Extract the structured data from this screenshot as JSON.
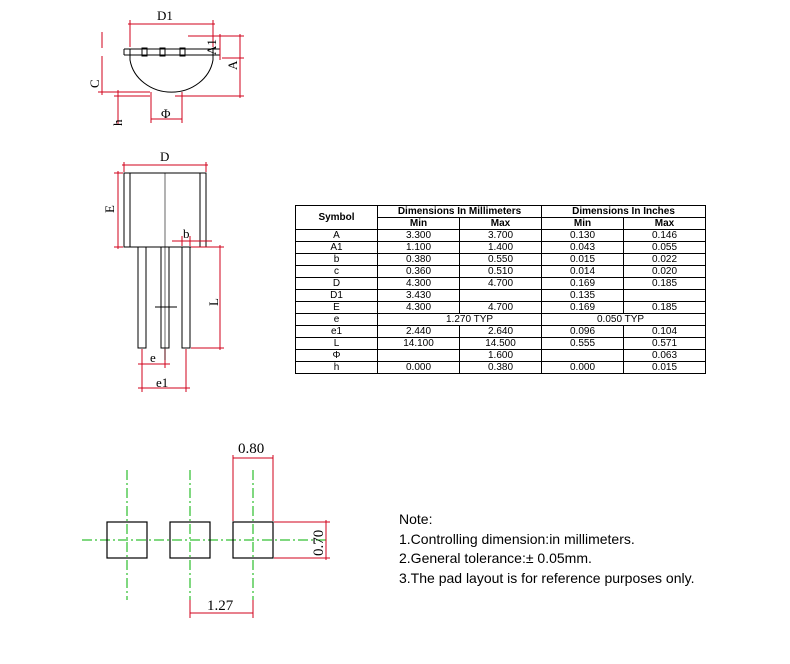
{
  "labels": {
    "D1": "D1",
    "A1": "A1",
    "A": "A",
    "C": "C",
    "h": "h",
    "phi": "Φ",
    "D": "D",
    "E": "E",
    "b": "b",
    "L": "L",
    "e": "e",
    "e1": "e1"
  },
  "pad_dims": {
    "width": "0.80",
    "height": "0.70",
    "pitch": "1.27"
  },
  "table": {
    "symbol_header": "Symbol",
    "mm_header": "Dimensions In Millimeters",
    "in_header": "Dimensions In Inches",
    "min": "Min",
    "max": "Max",
    "rows": [
      {
        "sym": "A",
        "mm_min": "3.300",
        "mm_max": "3.700",
        "in_min": "0.130",
        "in_max": "0.146"
      },
      {
        "sym": "A1",
        "mm_min": "1.100",
        "mm_max": "1.400",
        "in_min": "0.043",
        "in_max": "0.055"
      },
      {
        "sym": "b",
        "mm_min": "0.380",
        "mm_max": "0.550",
        "in_min": "0.015",
        "in_max": "0.022"
      },
      {
        "sym": "c",
        "mm_min": "0.360",
        "mm_max": "0.510",
        "in_min": "0.014",
        "in_max": "0.020"
      },
      {
        "sym": "D",
        "mm_min": "4.300",
        "mm_max": "4.700",
        "in_min": "0.169",
        "in_max": "0.185"
      },
      {
        "sym": "D1",
        "mm_min": "3.430",
        "mm_max": "",
        "in_min": "0.135",
        "in_max": ""
      },
      {
        "sym": "E",
        "mm_min": "4.300",
        "mm_max": "4.700",
        "in_min": "0.169",
        "in_max": "0.185"
      },
      {
        "sym": "e",
        "mm_typ": "1.270 TYP",
        "in_typ": "0.050 TYP"
      },
      {
        "sym": "e1",
        "mm_min": "2.440",
        "mm_max": "2.640",
        "in_min": "0.096",
        "in_max": "0.104"
      },
      {
        "sym": "L",
        "mm_min": "14.100",
        "mm_max": "14.500",
        "in_min": "0.555",
        "in_max": "0.571"
      },
      {
        "sym": "Φ",
        "mm_min": "",
        "mm_max": "1.600",
        "in_min": "",
        "in_max": "0.063"
      },
      {
        "sym": "h",
        "mm_min": "0.000",
        "mm_max": "0.380",
        "in_min": "0.000",
        "in_max": "0.015"
      }
    ]
  },
  "notes": {
    "title": "Note:",
    "items": [
      "1.Controlling dimension:in millimeters.",
      "2.General tolerance:± 0.05mm.",
      "3.The pad layout is for reference purposes only."
    ]
  },
  "colors": {
    "dimension": "#d0021b",
    "centerline": "#00b000",
    "outline": "#000000"
  }
}
